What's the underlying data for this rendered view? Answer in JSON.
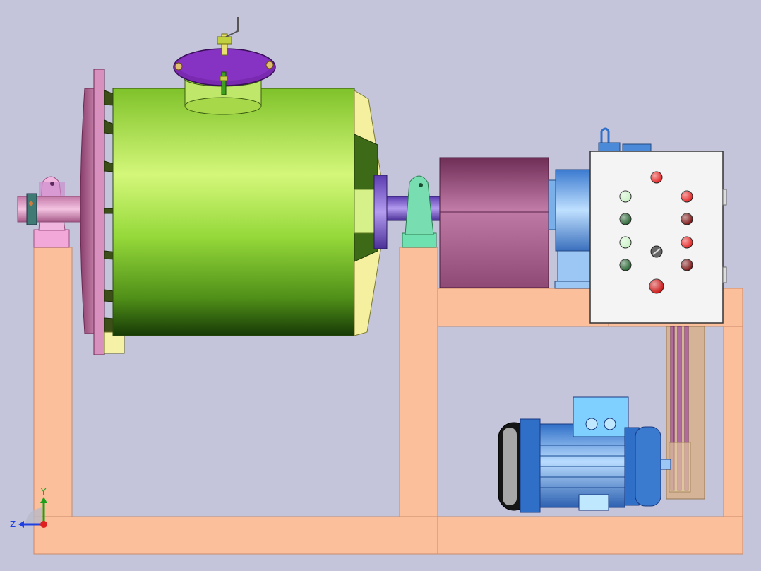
{
  "viewport": {
    "background": "#c4c5db",
    "scene": "ball-mill-assembly"
  },
  "axis_triad": {
    "y_label": "Y",
    "z_label": "Z",
    "x_color": "#e02020",
    "y_color": "#1aa01a",
    "z_color": "#2040e0"
  },
  "colors": {
    "frame": "#fbbf9c",
    "drum": "#a6e34a",
    "lid": "#7a2ab0",
    "end_plate": "#b05a8a",
    "gearbox": "#a0537e",
    "motor": "#6aa8e8",
    "panel": "#f4f4f4",
    "lamp_red": "#e41e1e",
    "lamp_dark_red": "#7a1010",
    "lamp_light_green": "#c9f2c4",
    "lamp_dark_green": "#1f5f2a"
  },
  "control_panel": {
    "lamps": [
      {
        "name": "lamp-red-top",
        "color": "#e41e1e"
      },
      {
        "name": "lamp-light-green-1",
        "color": "#c9f2c4"
      },
      {
        "name": "lamp-red-1",
        "color": "#e41e1e"
      },
      {
        "name": "lamp-dark-green-1",
        "color": "#1f5f2a"
      },
      {
        "name": "lamp-dark-red-1",
        "color": "#7a1010"
      },
      {
        "name": "lamp-light-green-2",
        "color": "#c9f2c4"
      },
      {
        "name": "lamp-red-2",
        "color": "#e41e1e"
      },
      {
        "name": "selector-switch",
        "color": "#666666"
      },
      {
        "name": "lamp-dark-green-2",
        "color": "#1f5f2a"
      },
      {
        "name": "lamp-dark-red-2",
        "color": "#7a1010"
      },
      {
        "name": "emergency-stop-button",
        "color": "#cc1111"
      }
    ]
  }
}
